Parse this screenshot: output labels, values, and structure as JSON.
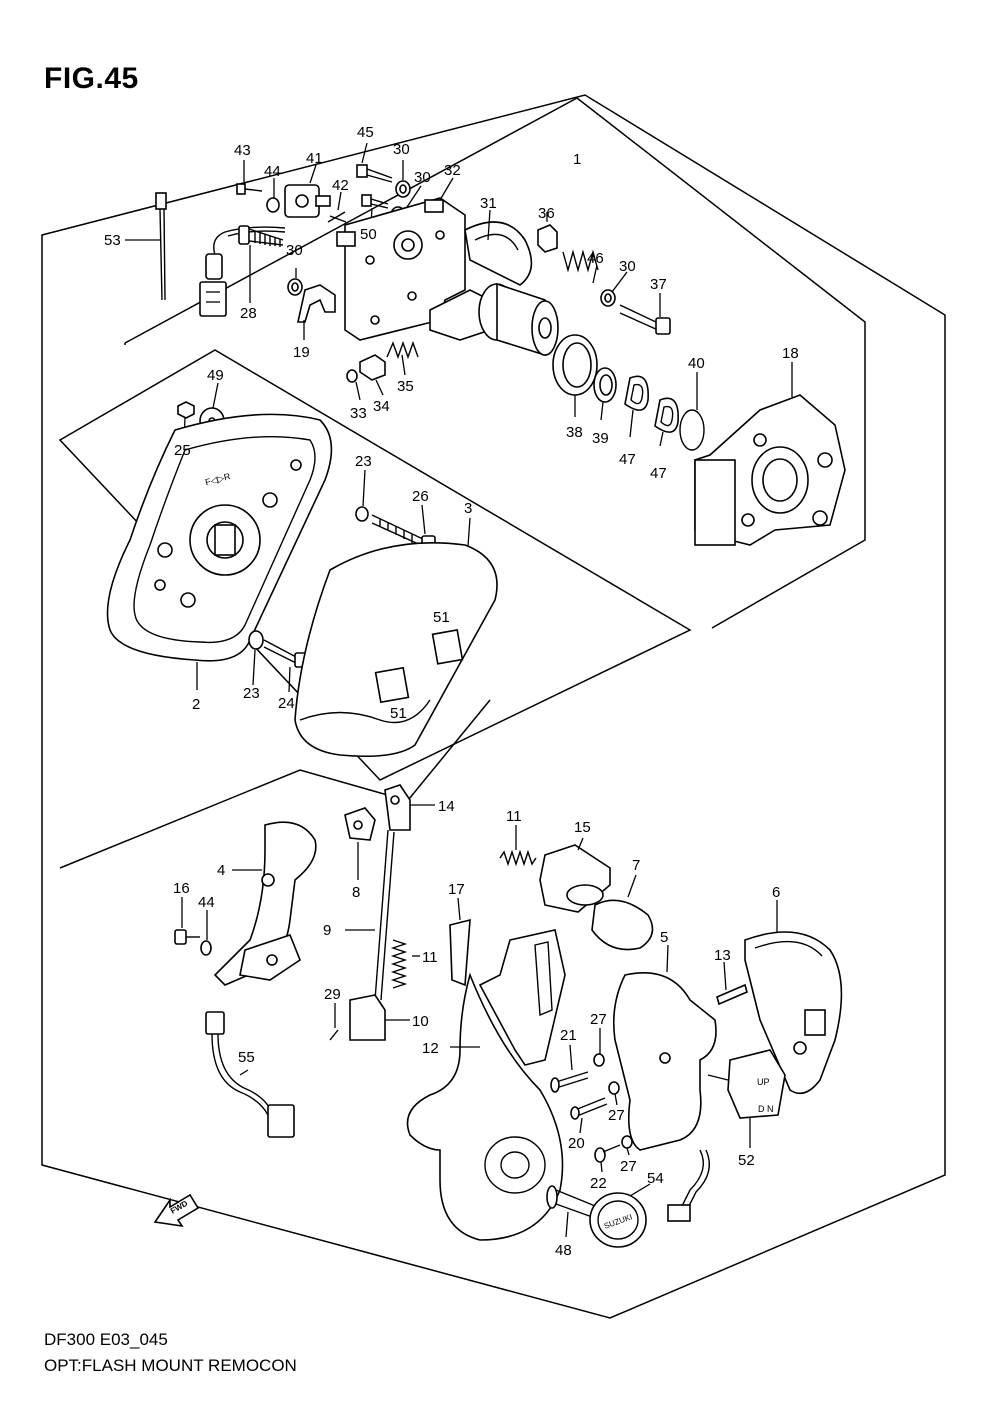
{
  "figure": {
    "title": "FIG.45",
    "model_code": "DF300 E03_045",
    "caption": "OPT:FLASH MOUNT REMOCON",
    "fwd_arrow_text": "FWD"
  },
  "part_labels": [
    "1",
    "2",
    "3",
    "4",
    "5",
    "6",
    "7",
    "8",
    "9",
    "10",
    "11",
    "11",
    "12",
    "13",
    "14",
    "15",
    "16",
    "17",
    "18",
    "19",
    "20",
    "21",
    "22",
    "23",
    "23",
    "24",
    "25",
    "26",
    "27",
    "27",
    "27",
    "28",
    "29",
    "30",
    "30",
    "30",
    "30",
    "31",
    "32",
    "33",
    "34",
    "35",
    "36",
    "37",
    "38",
    "39",
    "40",
    "41",
    "42",
    "43",
    "44",
    "44",
    "45",
    "46",
    "47",
    "47",
    "48",
    "49",
    "50",
    "51",
    "51",
    "52",
    "53",
    "54",
    "55"
  ]
}
